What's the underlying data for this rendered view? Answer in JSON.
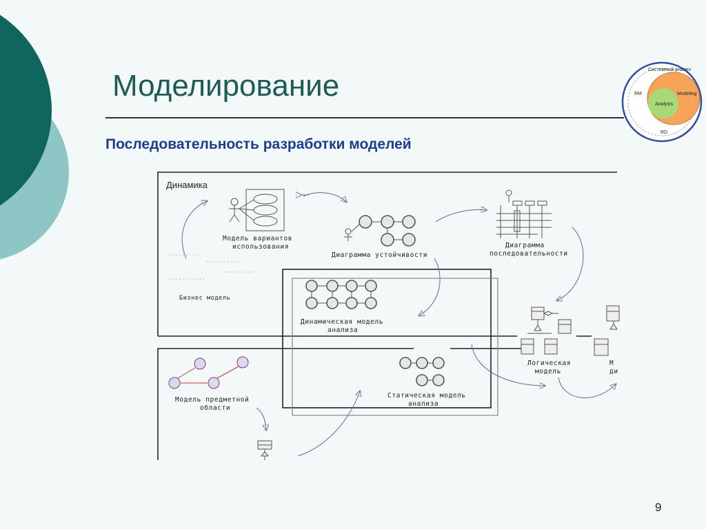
{
  "slide": {
    "title": "Моделирование",
    "subtitle": "Последовательность разработки моделей",
    "page_number": "9"
  },
  "badge": {
    "top_label": "Системный анализ",
    "rm": "RM",
    "modeling": "Modeling",
    "analysis": "Analysis",
    "rd": "RD"
  },
  "diagram": {
    "dynamics_label": "Динамика",
    "use_case_model": [
      "Модель вариантов",
      "использования"
    ],
    "robustness_diagram": "Диаграмма устойчивости",
    "sequence_diagram": [
      "Диаграмма",
      "последовательности"
    ],
    "business_model": "Бизнес модель",
    "dynamic_analysis_model": [
      "Динамическая модель",
      "анализа"
    ],
    "logical_model": [
      "Логическая",
      "модель"
    ],
    "truncated_model": [
      "М",
      "ди"
    ],
    "domain_model": [
      "Модель предметной",
      "области"
    ],
    "static_analysis_model": [
      "Статическая модель",
      "анализа"
    ]
  },
  "colors": {
    "background": "#f3f8f8",
    "deco_dark": "#11655f",
    "deco_light": "#8dc6c4",
    "title": "#1e5b56",
    "subtitle": "#1a3d8f",
    "badge_orange": "#f5a45a",
    "badge_green": "#9ee07a"
  }
}
